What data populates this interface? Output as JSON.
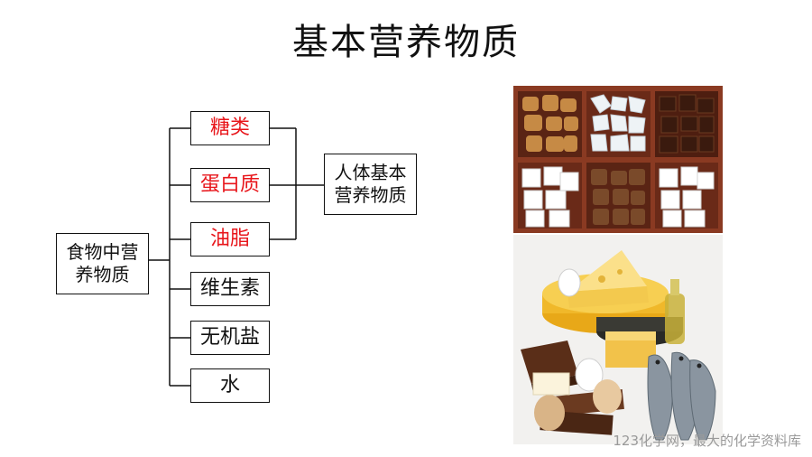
{
  "title": "基本营养物质",
  "diagram": {
    "source": "食物中营养物质",
    "nutrients": [
      {
        "label": "糖类",
        "basic": true
      },
      {
        "label": "蛋白质",
        "basic": true
      },
      {
        "label": "油脂",
        "basic": true
      },
      {
        "label": "维生素",
        "basic": false
      },
      {
        "label": "无机盐",
        "basic": false
      },
      {
        "label": "水",
        "basic": false
      }
    ],
    "target": "人体基本营养物质"
  },
  "colors": {
    "highlight": "#e8161b",
    "line": "#111111"
  },
  "watermark": "123化学网，最大的化学资料库"
}
